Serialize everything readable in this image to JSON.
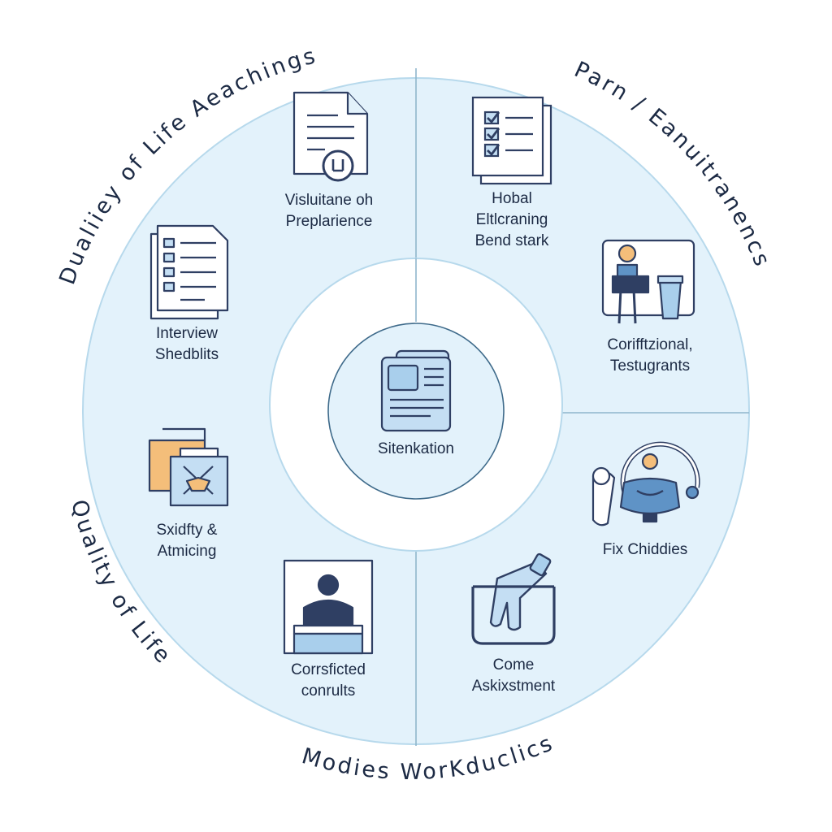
{
  "outer_labels": {
    "top_left": "Dualiiey of Life Aeachings",
    "top_right": "Parn / Eanuitranencs",
    "bottom_left": "Quality of Life",
    "bottom": "Modies WorKduclics"
  },
  "center": {
    "label": "Sitenkation",
    "icon": "newspaper-icon"
  },
  "items": [
    {
      "lines": [
        "Visluitane oh",
        "Preplarience"
      ],
      "icon": "document-icon"
    },
    {
      "lines": [
        "Hobal",
        "Eltlcraning",
        "Bend stark"
      ],
      "icon": "checklist-icon"
    },
    {
      "lines": [
        "Interview",
        "Shedblits"
      ],
      "icon": "checklist-document-icon"
    },
    {
      "lines": [
        "Corifftzional,",
        "Testugrants"
      ],
      "icon": "person-at-desk-icon"
    },
    {
      "lines": [
        "Sxidfty &",
        "Atmicing"
      ],
      "icon": "folder-icon"
    },
    {
      "lines": [
        "Fix Chiddies"
      ],
      "icon": "pet-device-icon"
    },
    {
      "lines": [
        "Corrsficted",
        "conrults"
      ],
      "icon": "presenter-icon"
    },
    {
      "lines": [
        "Come",
        "Askixstment"
      ],
      "icon": "hand-in-basket-icon"
    }
  ],
  "colors": {
    "ring_fill": "#e3f2fb",
    "ring_stroke": "#b7d9ec",
    "icon_stroke": "#2f3f63",
    "icon_fill": "#c4def3",
    "folder_orange": "#f4be7a",
    "text": "#1c2a44"
  }
}
